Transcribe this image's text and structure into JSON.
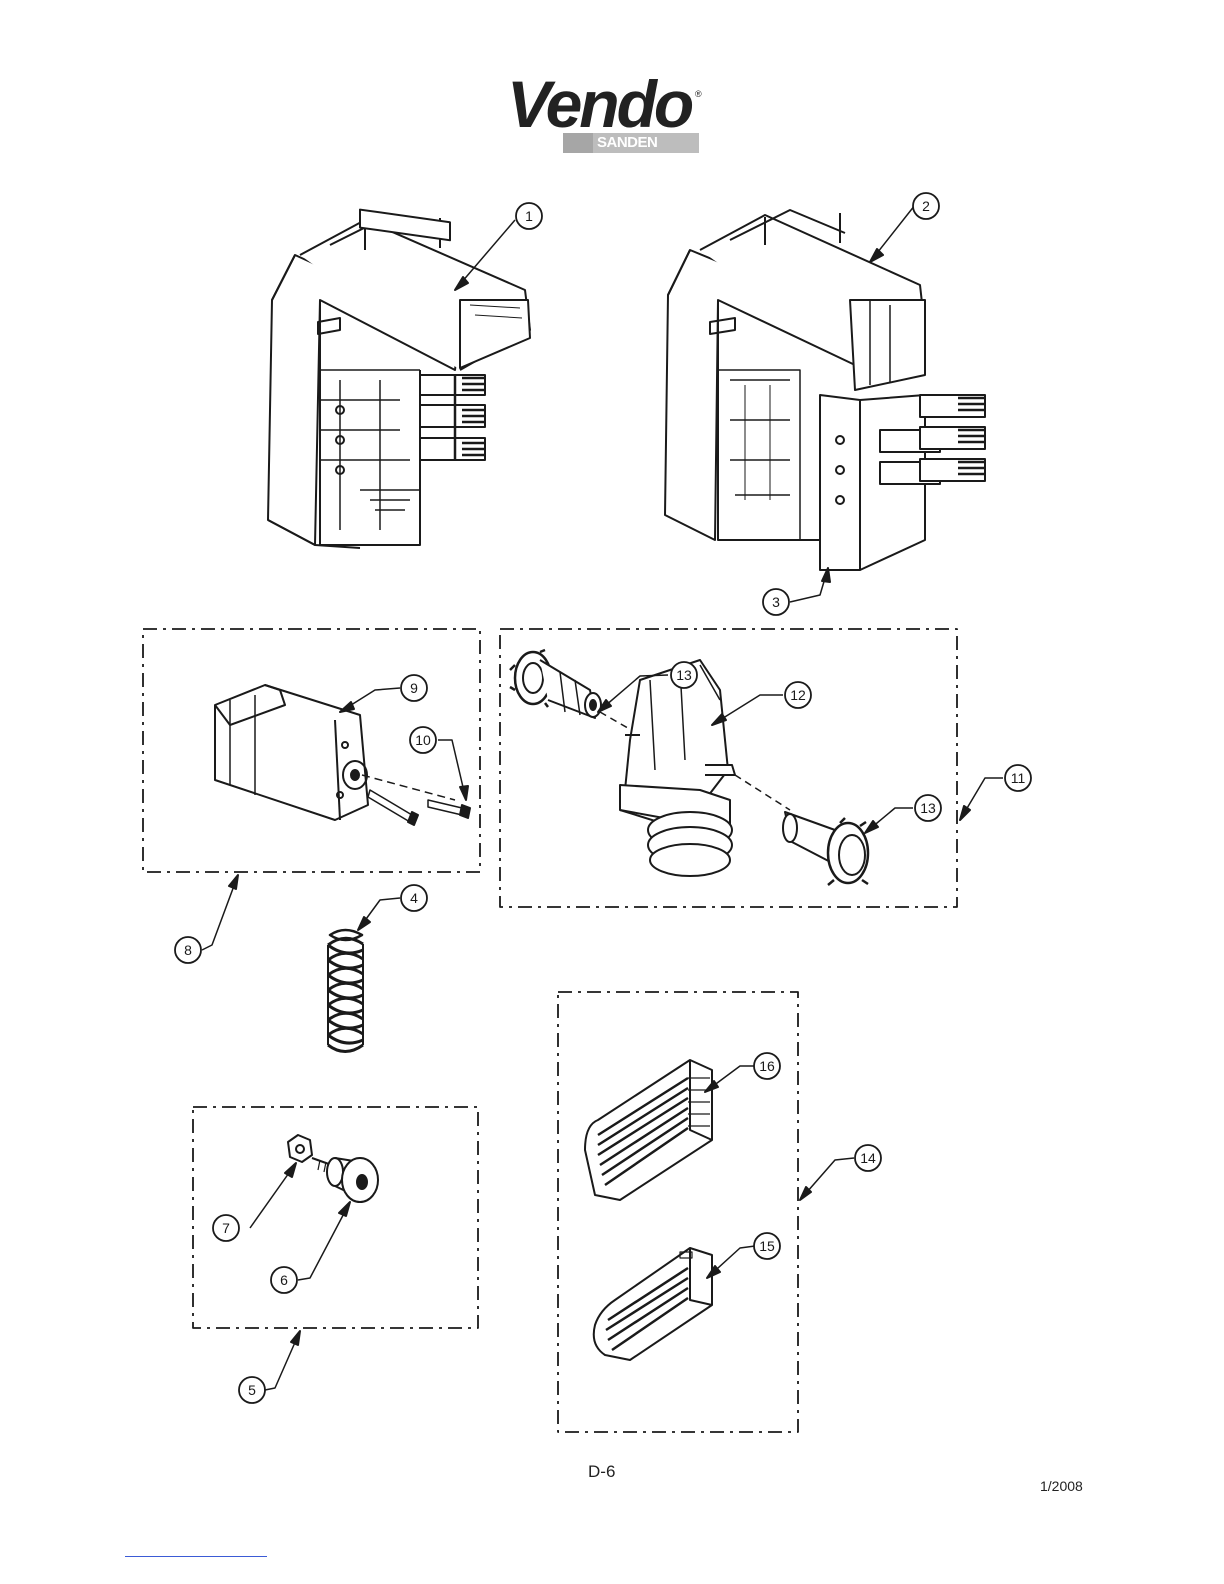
{
  "logo": {
    "brand": "Vendo",
    "trademark": "®",
    "sub_brand_a": "SAN",
    "sub_brand_b": "DEN"
  },
  "callouts": [
    "1",
    "2",
    "3",
    "4",
    "5",
    "6",
    "7",
    "8",
    "9",
    "10",
    "11",
    "12",
    "13",
    "13",
    "14",
    "15",
    "16"
  ],
  "footer": {
    "page_label": "D-6",
    "date": "1/2008"
  },
  "colors": {
    "line": "#1a1a1a",
    "link": "#3b5bd6"
  }
}
